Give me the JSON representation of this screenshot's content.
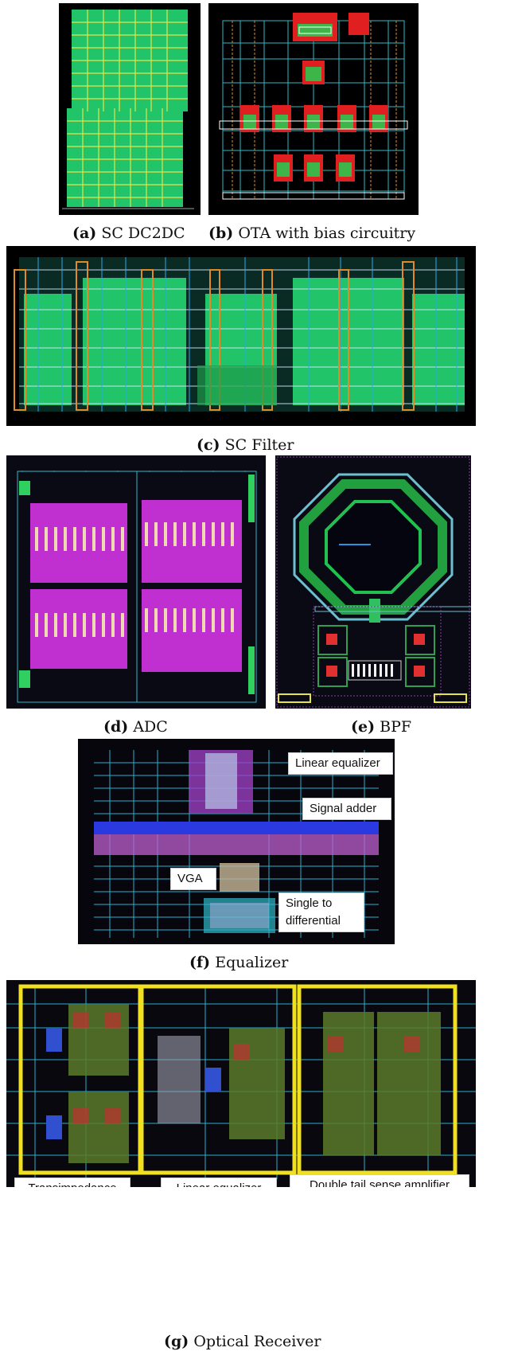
{
  "figure": {
    "panels": [
      {
        "id": "a",
        "tag": "(a)",
        "label": "SC DC2DC"
      },
      {
        "id": "b",
        "tag": "(b)",
        "label": "OTA with bias circuitry"
      },
      {
        "id": "c",
        "tag": "(c)",
        "label": "SC Filter"
      },
      {
        "id": "d",
        "tag": "(d)",
        "label": "ADC"
      },
      {
        "id": "e",
        "tag": "(e)",
        "label": "BPF"
      },
      {
        "id": "f",
        "tag": "(f)",
        "label": "Equalizer"
      },
      {
        "id": "g",
        "tag": "(g)",
        "label": "Optical Receiver"
      }
    ],
    "equalizer_callouts": {
      "linear_equalizer": "Linear equalizer",
      "signal_adder": "Signal adder",
      "vga": "VGA",
      "single_to_differential": "Single to differential"
    },
    "optical_receiver_callouts": {
      "transimpedance_amplifier": "Transimpedance amplifier",
      "linear_equalizer": "Linear equalizer",
      "double_tail_sense_amplifier": "Double tail sense amplifier"
    }
  }
}
